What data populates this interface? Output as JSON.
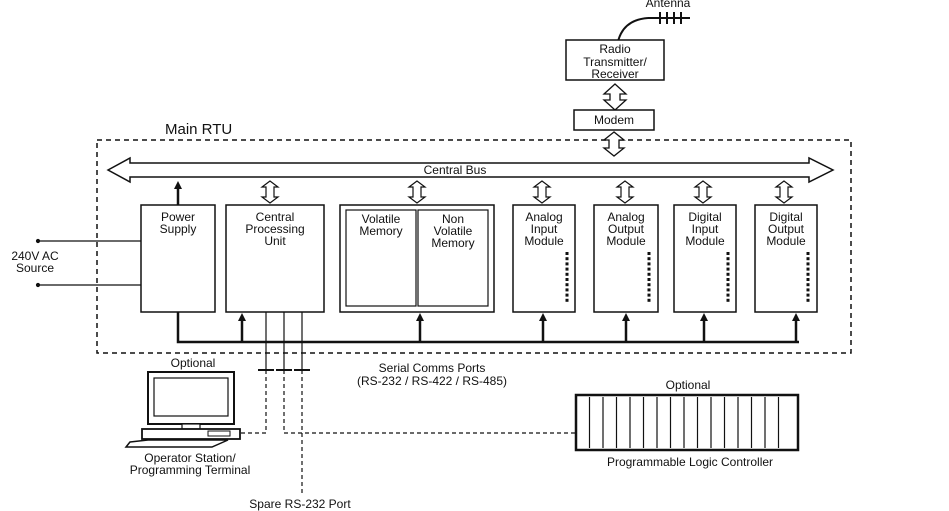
{
  "antenna": "Antenna",
  "radio": [
    "Radio",
    "Transmitter/",
    "Receiver"
  ],
  "modem": "Modem",
  "main_rtu": "Main RTU",
  "central_bus": "Central Bus",
  "power_supply": [
    "Power",
    "Supply"
  ],
  "cpu": [
    "Central",
    "Processing",
    "Unit"
  ],
  "volatile_memory": [
    "Volatile",
    "Memory"
  ],
  "non_volatile_memory": [
    "Non",
    "Volatile",
    "Memory"
  ],
  "analog_input": [
    "Analog",
    "Input",
    "Module"
  ],
  "analog_output": [
    "Analog",
    "Output",
    "Module"
  ],
  "digital_input": [
    "Digital",
    "Input",
    "Module"
  ],
  "digital_output": [
    "Digital",
    "Output",
    "Module"
  ],
  "ac_source": [
    "240V AC",
    "Source"
  ],
  "optional_terminal": "Optional",
  "serial_ports": [
    "Serial Comms Ports",
    "(RS-232 / RS-422 / RS-485)"
  ],
  "optional_plc": "Optional",
  "terminal_label": [
    "Operator Station/",
    "Programming Terminal"
  ],
  "plc_label": "Programmable Logic Controller",
  "spare_port": "Spare RS-232 Port"
}
